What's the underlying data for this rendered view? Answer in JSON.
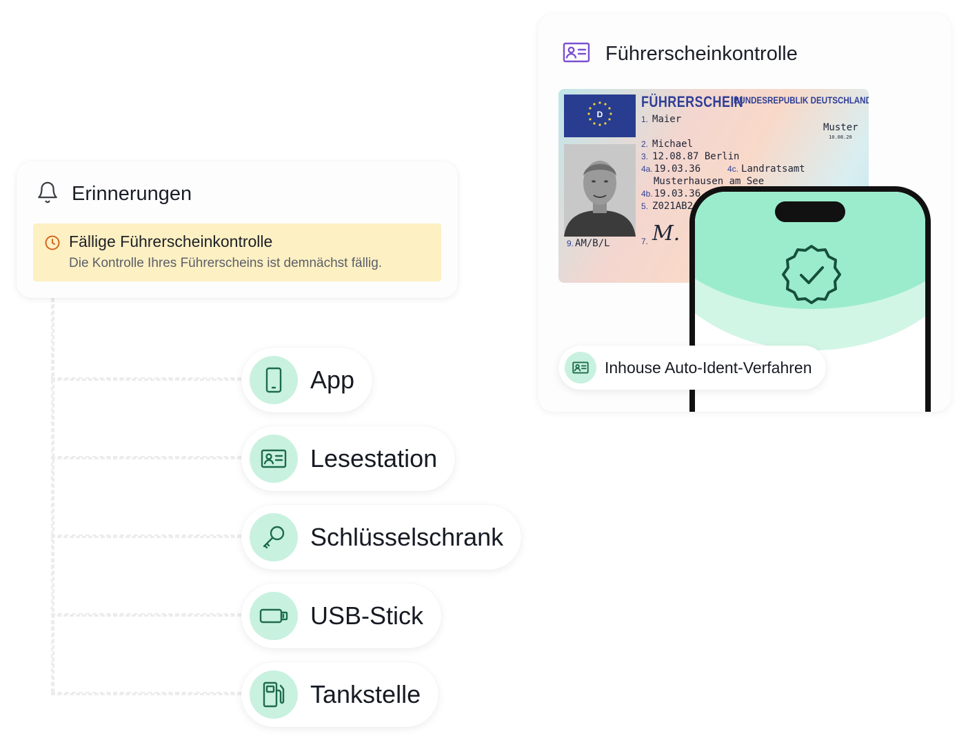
{
  "reminders": {
    "title": "Erinnerungen",
    "icon": "bell-icon",
    "alert": {
      "icon": "clock-icon",
      "title": "Fällige Führerscheinkontrolle",
      "text": "Die Kontrolle Ihres Führerscheins ist demnächst fällig.",
      "background": "#fdf0c3",
      "accent": "#d3651f"
    }
  },
  "methods": [
    {
      "label": "App",
      "icon": "smartphone-icon"
    },
    {
      "label": "Lesestation",
      "icon": "id-card-icon"
    },
    {
      "label": "Schlüsselschrank",
      "icon": "key-icon"
    },
    {
      "label": "USB-Stick",
      "icon": "usb-stick-icon"
    },
    {
      "label": "Tankstelle",
      "icon": "fuel-pump-icon"
    }
  ],
  "license_check": {
    "title": "Führerscheinkontrolle",
    "icon": "id-card-icon",
    "licence": {
      "heading": "FÜHRERSCHEIN",
      "country": "BUNDESREPUBLIK DEUTSCHLAND",
      "surname": "Maier",
      "given_name": "Michael",
      "birth": "12.08.87 Berlin",
      "issue_date": "19.03.36",
      "authority": "Landratsamt",
      "authority_place": "Musterhausen am See",
      "expiry_date": "19.03.36",
      "number": "Z021AB2",
      "classes": "AM/B/L",
      "signature": "M.",
      "muster": "Muster",
      "muster_date": "10.08.20",
      "labels": {
        "surname": "1.",
        "given_name": "2.",
        "birth": "3.",
        "issue": "4a.",
        "authority": "4c.",
        "expiry": "4b.",
        "number": "5.",
        "signature": "7.",
        "classes": "9."
      }
    },
    "phone_badge_icon": "verified-badge-icon",
    "ident_pill": {
      "label": "Inhouse Auto-Ident-Verfahren",
      "icon": "id-card-icon"
    }
  },
  "colors": {
    "mint": "#c9f1df",
    "mint_strong": "#9beccd",
    "icon_green": "#1d6b4c",
    "id_purple": "#7a4fd0",
    "licence_blue": "#2f3f96"
  }
}
